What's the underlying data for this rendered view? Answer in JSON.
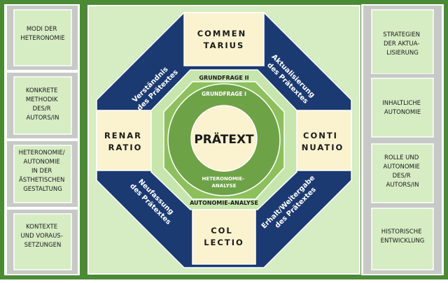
{
  "colors": {
    "frame_green": "#4b8a35",
    "panel_green": "#d6ecc3",
    "pale_green": "#c7e6ad",
    "mid_green": "#8dc05d",
    "center_green": "#6ea247",
    "navy": "#1b3a72",
    "cream": "#fbf2cf",
    "grey_bar": "#c6c9c6",
    "text_dark": "#1a1a1a",
    "text_light": "#ffffff"
  },
  "left_boxes": [
    {
      "lines": [
        "MODI DER",
        "HETERONOMIE"
      ]
    },
    {
      "lines": [
        "KONKRETE",
        "METHODIK",
        "DES/R",
        "AUTORS/IN"
      ]
    },
    {
      "lines": [
        "HETERONOMIE/",
        "AUTONOMIE",
        "IN DER",
        "ÄSTHETISCHEN",
        "GESTALTUNG"
      ]
    },
    {
      "lines": [
        "KONTEXTE",
        "UND VORAUS-",
        "SETZUNGEN"
      ]
    }
  ],
  "right_boxes": [
    {
      "lines": [
        "STRATEGIEN",
        "DER AKTUA-",
        "LISIERUNG"
      ]
    },
    {
      "lines": [
        "INHALTLICHE",
        "AUTONOMIE"
      ]
    },
    {
      "lines": [
        "ROLLE UND",
        "AUTONOMIE",
        "DES/R",
        "AUTORS/IN"
      ]
    },
    {
      "lines": [
        "HISTORISCHE",
        "ENTWICKLUNG"
      ]
    }
  ],
  "cardinals": {
    "top": [
      "COMMEN",
      "TARIUS"
    ],
    "left": [
      "RENAR",
      "RATIO"
    ],
    "right": [
      "CONTI",
      "NUATIO"
    ],
    "bottom": [
      "COL",
      "LECTIO"
    ]
  },
  "diagonals": {
    "upper_left": [
      "Verständnis",
      "des Prätextes"
    ],
    "upper_right": [
      "Aktualisierung",
      "des Prätextes"
    ],
    "lower_left": [
      "Neufassung",
      "des Prätextes"
    ],
    "lower_right": [
      "Erhalt/Weitergabe",
      "des Prätextes"
    ]
  },
  "rings": {
    "grundfrage_2": "GRUNDFRAGE II",
    "grundfrage_1": "GRUNDFRAGE I",
    "heteronomie_1": "HETERONOMIE-",
    "heteronomie_2": "ANALYSE",
    "autonomie": "AUTONOMIE-ANALYSE"
  },
  "center": {
    "label": "PRÄTEXT"
  }
}
